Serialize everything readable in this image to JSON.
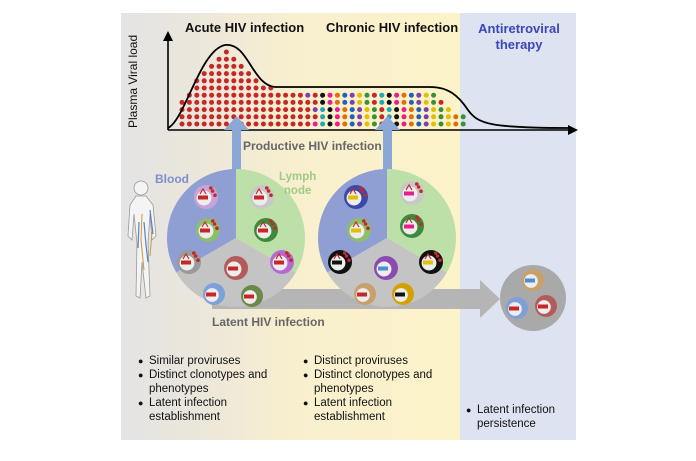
{
  "phases": {
    "acute": "Acute HIV infection",
    "chronic": "Chronic HIV infection",
    "art_line1": "Antiretroviral",
    "art_line2": "therapy"
  },
  "axis": {
    "y_label": "Plasma Viral load"
  },
  "labels": {
    "productive": "Productive HIV infection",
    "latent": "Latent HIV infection",
    "blood": "Blood",
    "lymph_line1": "Lymph",
    "lymph_line2": "node"
  },
  "bullets": {
    "acute": [
      "Similar proviruses",
      "Distinct clonotypes and phenotypes",
      "Latent infection establishment"
    ],
    "chronic": [
      "Distinct proviruses",
      "Distinct clonotypes and phenotypes",
      "Latent infection establishment"
    ],
    "art": [
      "Latent infection persistence"
    ]
  },
  "colors": {
    "acute_bg": "#e6e6e6",
    "chronic_bg": "#fbf1c8",
    "art_bg": "#dde3f1",
    "blood": "#8f9fd4",
    "lymph": "#bde0a8",
    "latent_sector": "#c4c4c4",
    "virion_red": "#c62828",
    "art_title": "#3b46b8",
    "arrow_blue": "#8aa7d6",
    "arrow_gray": "#b5b5b5"
  },
  "icons": [
    "human-body-icon",
    "cell-icon",
    "virion-icon",
    "provirus-icon"
  ]
}
